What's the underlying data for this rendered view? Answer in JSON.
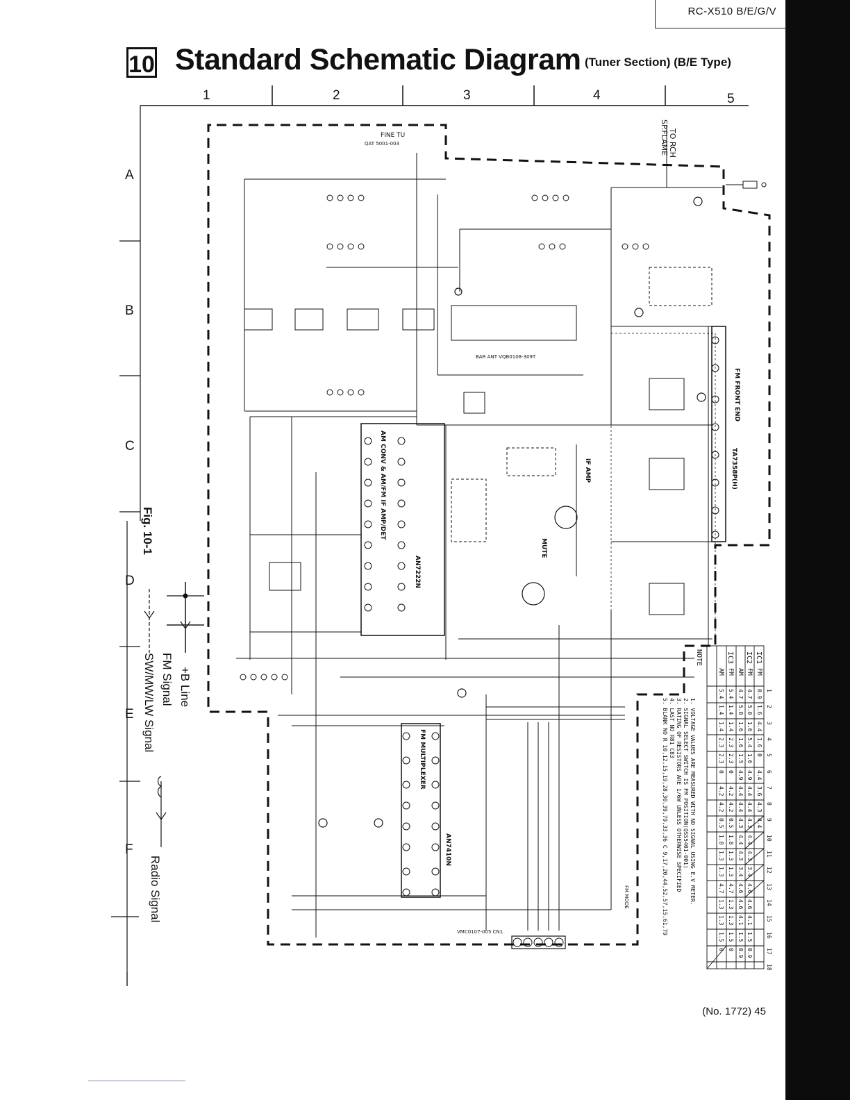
{
  "header": {
    "model": "RC-X510 B/E/G/V",
    "section_number": "10",
    "title": "Standard Schematic Diagram",
    "subtitle": "(Tuner Section) (B/E Type)"
  },
  "grid": {
    "columns": [
      "1",
      "2",
      "3",
      "4",
      "5"
    ],
    "rows": [
      "A",
      "B",
      "C",
      "D",
      "E",
      "F"
    ]
  },
  "figure_label": "Fig. 10-1",
  "legend": {
    "b_line": "+B Line",
    "fm_signal": "FM Signal",
    "sw_mw_lw_signal": "SW/MW/LW Signal",
    "radio_signal": "Radio Signal"
  },
  "blocks": {
    "ic2": "AM CONV & AM/FM IF AMP/DET",
    "ic2_part": "AN7222N",
    "ic3": "FM MULTIPLEXER",
    "ic3_part": "AN7410N",
    "ic1": "FM FRONT END",
    "ic1_part": "TA7358P(H)",
    "if_amp": "IF AMP",
    "mute": "MUTE",
    "fine_tu": "FINE TU",
    "fine_tu_part": "QAT 5001-003",
    "bar_ant": "BAR ANT VQB0108-309T",
    "to_rch": "TO RCH",
    "sp_flame": "SP.FLAME",
    "cn1": "VMC0107-005 CN1",
    "fm_mode": "FM MODE"
  },
  "notes": {
    "heading": "NOTE",
    "n1": "1. VOLTAGE VALUES ARE MEASURED WITH NO SIGNAL USING E.V METER.",
    "n2": "2. SIGNAL SELECT SWITCH IS FM POSITION(QSS5401-001)",
    "n3": "3. RATING OF RESISTORS ARE 1/6W UNLESS OTHERWISE SPECIFIED",
    "n4": "4. LAST NO R81 C83",
    "n5": "5. BLANK NO R 10,12,15,19,28,30,39,79,33,36  C 9,17,20,44,52,57,15,61,79"
  },
  "voltage_table": {
    "pin_header": [
      "1",
      "2",
      "3",
      "4",
      "5",
      "6",
      "7",
      "8",
      "9",
      "10",
      "11",
      "12",
      "13",
      "14",
      "15",
      "16",
      "17",
      "18"
    ],
    "rows": [
      {
        "ic": "IC1",
        "mode": "FM",
        "values": [
          "0.9",
          "1.6",
          "4.4",
          "1.6",
          "0",
          "4.4",
          "3.6",
          "4.3",
          "4.4",
          "",
          "",
          "",
          "",
          "",
          "",
          "",
          "",
          ""
        ]
      },
      {
        "ic": "IC2",
        "mode": "FM",
        "values": [
          "4.7",
          "5.0",
          "1.6",
          "5.4",
          "1.6",
          "4.9",
          "4.4",
          "4.4",
          "4.3",
          "4.4",
          "4.3",
          "3.4",
          "4.6",
          "4.6",
          "4.1",
          "1.5",
          "0.9",
          ""
        ]
      },
      {
        "ic": "IC2",
        "mode": "AM",
        "values": [
          "4.7",
          "5.0",
          "1.6",
          "1.6",
          "1.5",
          "4.9",
          "4.4",
          "4.4",
          "4.3",
          "4.4",
          "4.3",
          "3.4",
          "4.6",
          "4.6",
          "4.1",
          "1.5",
          "0.9",
          ""
        ]
      },
      {
        "ic": "IC3",
        "mode": "FM",
        "values": [
          "5.4",
          "1.4",
          "1.4",
          "2.3",
          "2.3",
          "0",
          "4.2",
          "4.2",
          "0.5",
          "1.8",
          "1.3",
          "1.3",
          "4.7",
          "1.3",
          "1.3",
          "1.5",
          "0",
          ""
        ]
      },
      {
        "ic": "IC3",
        "mode": "AM",
        "values": [
          "5.4",
          "1.4",
          "1.4",
          "2.3",
          "2.3",
          "0",
          "4.2",
          "4.2",
          "0.5",
          "1.8",
          "1.3",
          "1.3",
          "4.7",
          "1.3",
          "1.3",
          "1.5",
          "0",
          ""
        ]
      }
    ]
  },
  "footer": {
    "page": "(No. 1772) 45"
  }
}
